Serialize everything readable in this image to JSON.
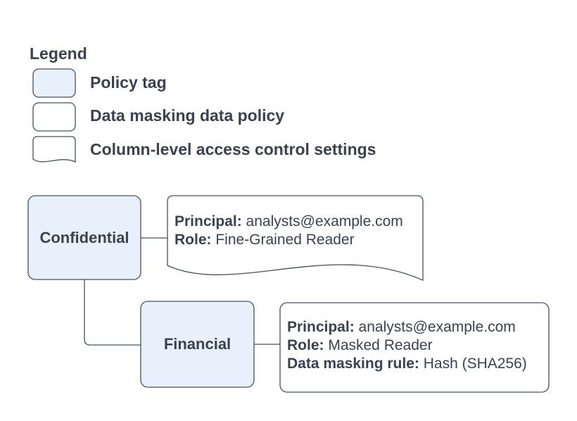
{
  "colors": {
    "policy_tag_fill": "#e8f0fb",
    "card_fill": "#ffffff",
    "shape_stroke": "#46505f",
    "text_color": "#3a4250",
    "canvas_bg": "#ffffff"
  },
  "legend": {
    "title": "Legend",
    "items": [
      {
        "swatch": "policy-tag-swatch",
        "label": "Policy tag"
      },
      {
        "swatch": "data-masking-policy-swatch",
        "label": "Data masking data policy"
      },
      {
        "swatch": "access-control-swatch",
        "label": "Column-level access control settings"
      }
    ]
  },
  "diagram": {
    "policy_tags": [
      {
        "label": "Confidential"
      },
      {
        "label": "Financial"
      }
    ],
    "access_control": {
      "lines": [
        {
          "label": "Principal:",
          "value": " analysts@example.com"
        },
        {
          "label": "Role:",
          "value": " Fine-Grained Reader"
        }
      ]
    },
    "data_policy": {
      "lines": [
        {
          "label": "Principal:",
          "value": " analysts@example.com"
        },
        {
          "label": "Role:",
          "value": " Masked Reader"
        },
        {
          "label": "Data masking rule:",
          "value": " Hash (SHA256)"
        }
      ]
    }
  }
}
